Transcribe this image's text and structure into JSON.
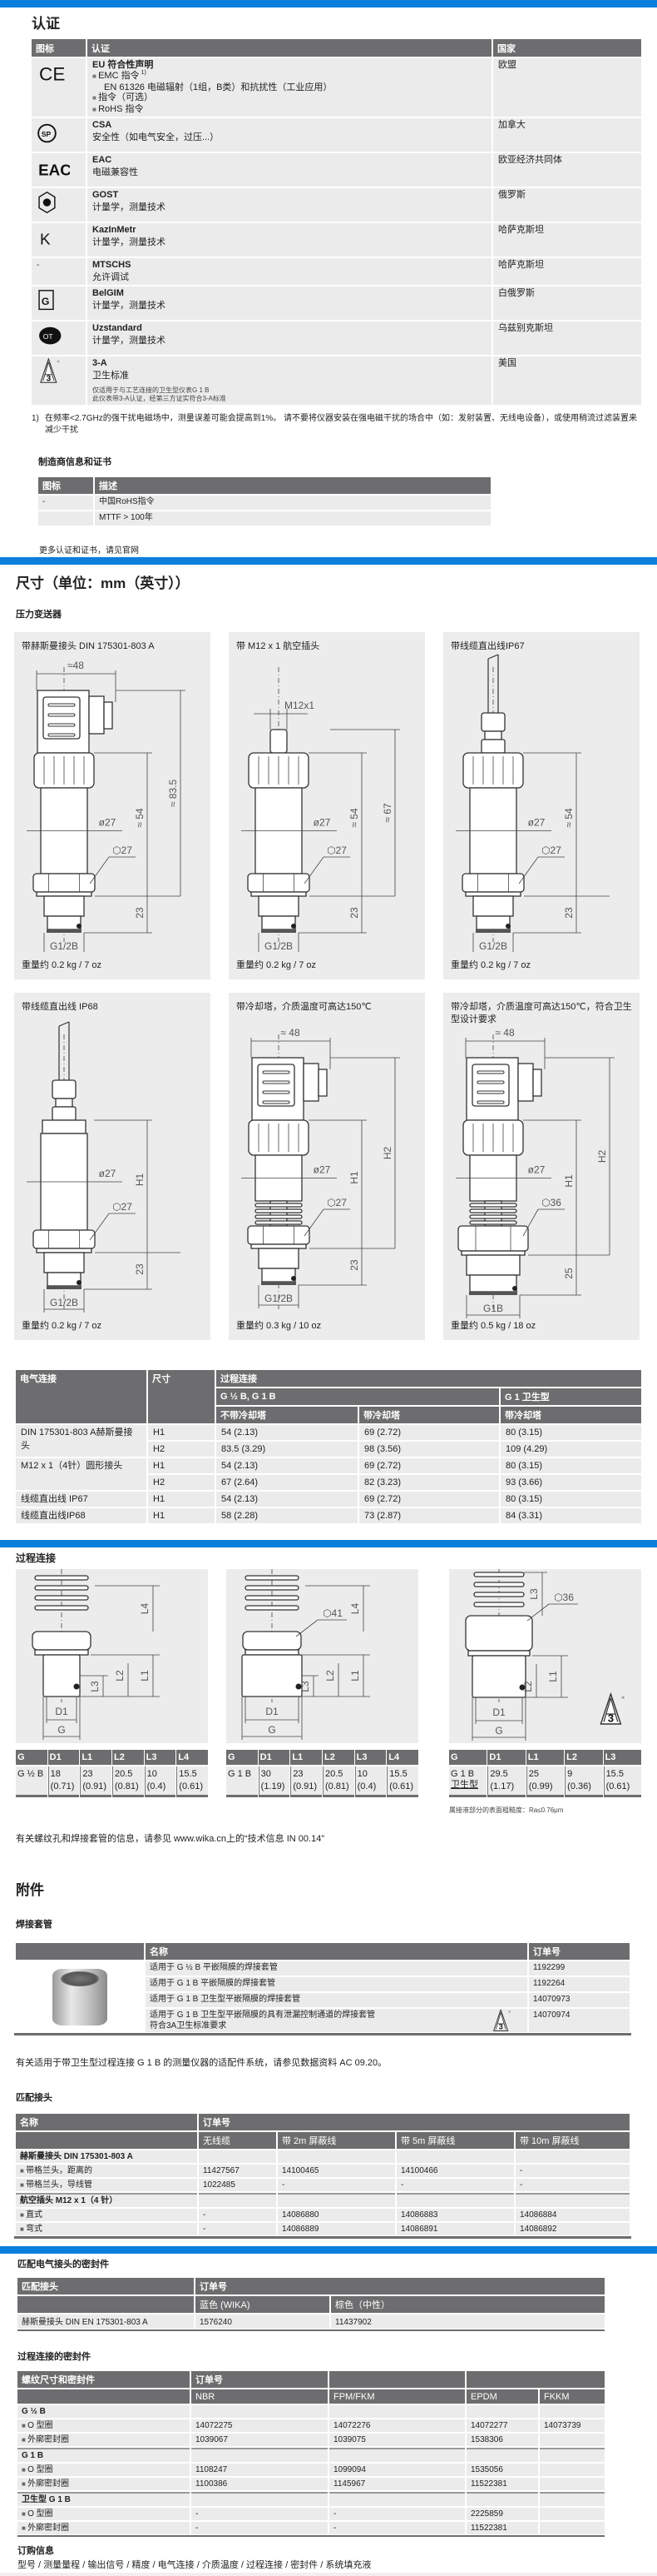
{
  "colors": {
    "accent_bar": "#0a7fdc",
    "table_header": "#6d6d6f",
    "row_bg": "#ebebeb"
  },
  "certs": {
    "title": "认证",
    "headers": [
      "图标",
      "认证",
      "国家"
    ],
    "rows": [
      {
        "icon": "ce-mark",
        "title": "EU 符合性声明",
        "items": [
          {
            "text": "EMC 指令",
            "sup": "1)",
            "sub": "EN 61326 电磁辐射（1组，B类）和抗扰性（工业应用）"
          },
          {
            "text": "指令（可选）"
          },
          {
            "text": "RoHS 指令"
          }
        ],
        "country": "欧盟"
      },
      {
        "icon": "csa-mark",
        "title": "CSA",
        "desc": "安全性（如电气安全，过压...）",
        "country": "加拿大"
      },
      {
        "icon": "eac-mark",
        "title": "EAC",
        "desc": "电磁兼容性",
        "country": "欧亚经济共同体"
      },
      {
        "icon": "gost-mark",
        "title": "GOST",
        "desc": "计量学，测量技术",
        "country": "俄罗斯"
      },
      {
        "icon": "kazinmetr-mark",
        "title": "KazInMetr",
        "desc": "计量学，测量技术",
        "country": "哈萨克斯坦"
      },
      {
        "icon_text": "-",
        "title": "MTSCHS",
        "desc": "允许调试",
        "country": "哈萨克斯坦"
      },
      {
        "icon": "belgim-mark",
        "title": "BelGIM",
        "desc": "计量学，测量技术",
        "country": "白俄罗斯"
      },
      {
        "icon": "uzstandard-mark",
        "title": "Uzstandard",
        "desc": "计量学，测量技术",
        "country": "乌兹别克斯坦"
      },
      {
        "icon": "3a-mark",
        "title": "3-A",
        "desc": "卫生标准",
        "notes": [
          "仅适用于与工艺连接的卫生型仪表G 1 B",
          "此仪表带3-A认证，经第三方证实符合3-A标准"
        ],
        "country": "美国"
      }
    ],
    "footnote_mark": "1)",
    "footnote": "在频率<2.7GHz的强干扰电磁场中，测量误差可能会提高到1%。 请不要将仪器安装在强电磁干扰的场合中（如：发射装置、无线电设备），或使用稍流过滤装置来减少干扰"
  },
  "manufacturer": {
    "title": "制造商信息和证书",
    "headers": [
      "图标",
      "描述"
    ],
    "rows": [
      {
        "icon": "-",
        "desc": "中国RoHS指令"
      },
      {
        "icon": "",
        "desc": "MTTF > 100年"
      }
    ],
    "more": "更多认证和证书，请见官网"
  },
  "dimensions": {
    "title": "尺寸（单位：mm（英寸））",
    "subtitle": "压力变送器",
    "panels": [
      {
        "title": "带赫斯曼接头 DIN 175301-803 A",
        "weight": "重量约 0.2 kg / 7 oz",
        "variant": "din",
        "dims": {
          "width": "≈48",
          "dia": "ø27",
          "hex": "⬡27",
          "mid": "≈ 54",
          "total": "≈ 83.5",
          "low": "23",
          "thread": "G1/2B"
        }
      },
      {
        "title": "带 M12 x 1 航空插头",
        "weight": "重量约 0.2 kg / 7 oz",
        "variant": "m12",
        "dims": {
          "width": "M12x1",
          "dia": "ø27",
          "hex": "⬡27",
          "mid": "≈ 54",
          "total": "≈ 67",
          "low": "23",
          "thread": "G1/2B"
        }
      },
      {
        "title": "带线缆直出线IP67",
        "weight": "重量约 0.2 kg / 7 oz",
        "variant": "cable",
        "dims": {
          "dia": "ø27",
          "hex": "⬡27",
          "mid": "≈ 54",
          "low": "23",
          "thread": "G1/2B"
        }
      },
      {
        "title": "带线缆直出线 IP68",
        "weight": "重量约 0.2 kg / 7 oz",
        "variant": "cable68",
        "dims": {
          "dia": "ø27",
          "hex": "⬡27",
          "mid": "H1",
          "low": "23",
          "thread": "G1/2B"
        }
      },
      {
        "title": "带冷却塔，介质温度可高达150℃",
        "weight": "重量约 0.3 kg / 10 oz",
        "variant": "cool",
        "dims": {
          "width": "≈ 48",
          "dia": "ø27",
          "hex": "⬡27",
          "mid": "H1",
          "total": "H2",
          "low": "23",
          "thread": "G1/2B"
        }
      },
      {
        "title": "带冷却塔，介质温度可高达150℃，符合卫生型设计要求",
        "weight": "重量约 0.5 kg / 18 oz",
        "variant": "coolhyg",
        "dims": {
          "width": "≈ 48",
          "dia": "ø27",
          "hex": "⬡36",
          "mid": "H1",
          "total": "H2",
          "low": "25",
          "thread": "G1B"
        }
      }
    ],
    "table": {
      "h_elec": "电气连接",
      "h_size": "尺寸",
      "h_proc": "过程连接",
      "h_std": "G ½ B, G 1 B",
      "h_hyg": "G 1 卫生型",
      "h_nocool": "不带冷却塔",
      "h_cool": "带冷却塔",
      "h_cool2": "带冷却塔",
      "groups": [
        {
          "name": "DIN 175301-803 A赫斯曼接头",
          "rows": [
            [
              "H1",
              "54 (2.13)",
              "69 (2.72)",
              "80 (3.15)"
            ],
            [
              "H2",
              "83.5 (3.29)",
              "98 (3.56)",
              "109 (4.29)"
            ]
          ]
        },
        {
          "name": "M12 x 1（4针）圆形接头",
          "rows": [
            [
              "H1",
              "54 (2.13)",
              "69 (2.72)",
              "80 (3.15)"
            ],
            [
              "H2",
              "67 (2.64)",
              "82 (3.23)",
              "93 (3.66)"
            ]
          ]
        },
        {
          "name": "线缆直出线 IP67",
          "rows": [
            [
              "H1",
              "54 (2.13)",
              "69 (2.72)",
              "80 (3.15)"
            ]
          ]
        },
        {
          "name": "线缆直出线IP68",
          "rows": [
            [
              "H1",
              "58 (2.28)",
              "73 (2.87)",
              "84 (3.31)"
            ]
          ]
        }
      ]
    }
  },
  "process": {
    "title": "过程连接",
    "panels": [
      {
        "hyg": false,
        "labels": {
          "l4": "L4",
          "l1": "L1",
          "l2": "L2",
          "l3": "L3",
          "d1": "D1",
          "g": "G"
        }
      },
      {
        "hyg": false,
        "labels": {
          "hex": "⬡41",
          "l4": "L4",
          "l1": "L1",
          "l2": "L2",
          "l3": "L3",
          "d1": "D1",
          "g": "G"
        }
      },
      {
        "hyg": true,
        "labels": {
          "hex": "⬡36",
          "l3": "L3",
          "l1": "L1",
          "l2": "L2",
          "d1": "D1",
          "g": "G"
        }
      }
    ],
    "tables": [
      {
        "headers": [
          "G",
          "D1",
          "L1",
          "L2",
          "L3",
          "L4"
        ],
        "row": {
          "g": "G ½ B",
          "vals": [
            [
              "18",
              "(0.71)"
            ],
            [
              "23",
              "(0.91)"
            ],
            [
              "20.5",
              "(0.81)"
            ],
            [
              "10",
              "(0.4)"
            ],
            [
              "15.5",
              "(0.61)"
            ]
          ]
        }
      },
      {
        "headers": [
          "G",
          "D1",
          "L1",
          "L2",
          "L3",
          "L4"
        ],
        "row": {
          "g": "G 1 B",
          "vals": [
            [
              "30",
              "(1.19)"
            ],
            [
              "23",
              "(0.91)"
            ],
            [
              "20.5",
              "(0.81)"
            ],
            [
              "10",
              "(0.4)"
            ],
            [
              "15.5",
              "(0.61)"
            ]
          ]
        }
      },
      {
        "headers": [
          "G",
          "D1",
          "L1",
          "L2",
          "L3"
        ],
        "row": {
          "g": "G 1 B",
          "g2": "卫生型",
          "vals": [
            [
              "29.5",
              "(1.17)"
            ],
            [
              "25",
              "(0.99)"
            ],
            [
              "9",
              "(0.36)"
            ],
            [
              "15.5",
              "(0.61)"
            ]
          ]
        },
        "note": "属接液部分的表面粗糙度：Ra≤0.76μm"
      }
    ],
    "info": "有关螺纹孔和焊接套管的信息，请参见 www.wika.cn上的“技术信息 IN 00.14”"
  },
  "accessories": {
    "title": "附件",
    "weld": {
      "title": "焊接套管",
      "headers": [
        "",
        "名称",
        "订单号"
      ],
      "rows": [
        {
          "name": "适用于 G ½ B 平嵌隔膜的焊接套管",
          "order": "1192299"
        },
        {
          "name": "适用于 G 1 B 平嵌隔膜的焊接套管",
          "order": "1192264"
        },
        {
          "name": "适用于 G 1 B 卫生型平嵌隔膜的焊接套管",
          "order": "14070973"
        },
        {
          "name": "适用于 G 1 B 卫生型平嵌隔膜的具有泄漏控制通道的焊接套管",
          "name2": "符合3A卫生标准要求",
          "order": "14070974",
          "logo": "3a-mark"
        }
      ],
      "note": "有关适用于带卫生型过程连接 G 1 B 的测量仪器的适配件系统，请参见数据资料 AC 09.20。"
    },
    "mating": {
      "title": "匹配接头",
      "h_name": "名称",
      "h_order": "订单号",
      "sub": [
        "无线缆",
        "带 2m 屏蔽线",
        "带 5m 屏蔽线",
        "带 10m 屏蔽线"
      ],
      "groups": [
        {
          "name": "赫斯曼接头 DIN 175301-803 A",
          "rows": [
            {
              "label": "带格兰头，距离的",
              "vals": [
                "11427567",
                "14100465",
                "14100466",
                "-"
              ]
            },
            {
              "label": "带格兰头，导线管",
              "vals": [
                "1022485",
                "-",
                "-",
                "-"
              ]
            }
          ]
        },
        {
          "name": "航空插头 M12 x 1（4 针）",
          "rows": [
            {
              "label": "直式",
              "vals": [
                "-",
                "14086880",
                "14086883",
                "14086884"
              ]
            },
            {
              "label": "弯式",
              "vals": [
                "-",
                "14086889",
                "14086891",
                "14086892"
              ]
            }
          ]
        }
      ]
    },
    "seal_elec": {
      "title": "匹配电气接头的密封件",
      "h_conn": "匹配接头",
      "h_order": "订单号",
      "sub": [
        "蓝色 (WIKA)",
        "棕色（中性）"
      ],
      "rows": [
        {
          "name": "赫斯曼接头 DIN EN 175301-803 A",
          "vals": [
            "1576240",
            "11437902"
          ]
        }
      ]
    },
    "seal_proc": {
      "title": "过程连接的密封件",
      "h_thread": "螺纹尺寸和密封件",
      "h_order": "订单号",
      "sub": [
        "NBR",
        "FPM/FKM",
        "EPDM",
        "FKKM"
      ],
      "groups": [
        {
          "name": "G ½ B",
          "rows": [
            {
              "label": "O 型圈",
              "vals": [
                "14072275",
                "14072276",
                "14072277",
                "14073739"
              ]
            },
            {
              "label": "外廓密封圈",
              "vals": [
                "1039067",
                "1039075",
                "1538306",
                ""
              ]
            }
          ]
        },
        {
          "name": "G 1 B",
          "rows": [
            {
              "label": "O 型圈",
              "vals": [
                "1108247",
                "1099094",
                "1535056",
                ""
              ]
            },
            {
              "label": "外廓密封圈",
              "vals": [
                "1100386",
                "1145967",
                "11522381",
                ""
              ]
            }
          ]
        },
        {
          "name": "卫生型 G 1 B",
          "rows": [
            {
              "label": "O 型圈",
              "vals": [
                "-",
                "-",
                "2225859",
                ""
              ]
            },
            {
              "label": "外廓密封圈",
              "vals": [
                "-",
                "-",
                "11522381",
                ""
              ]
            }
          ]
        }
      ]
    }
  },
  "ordering": {
    "title": "订购信息",
    "text": "型号 / 测量量程 / 输出信号 / 精度 / 电气连接 / 介质温度 / 过程连接 / 密封件 / 系统填充液"
  }
}
